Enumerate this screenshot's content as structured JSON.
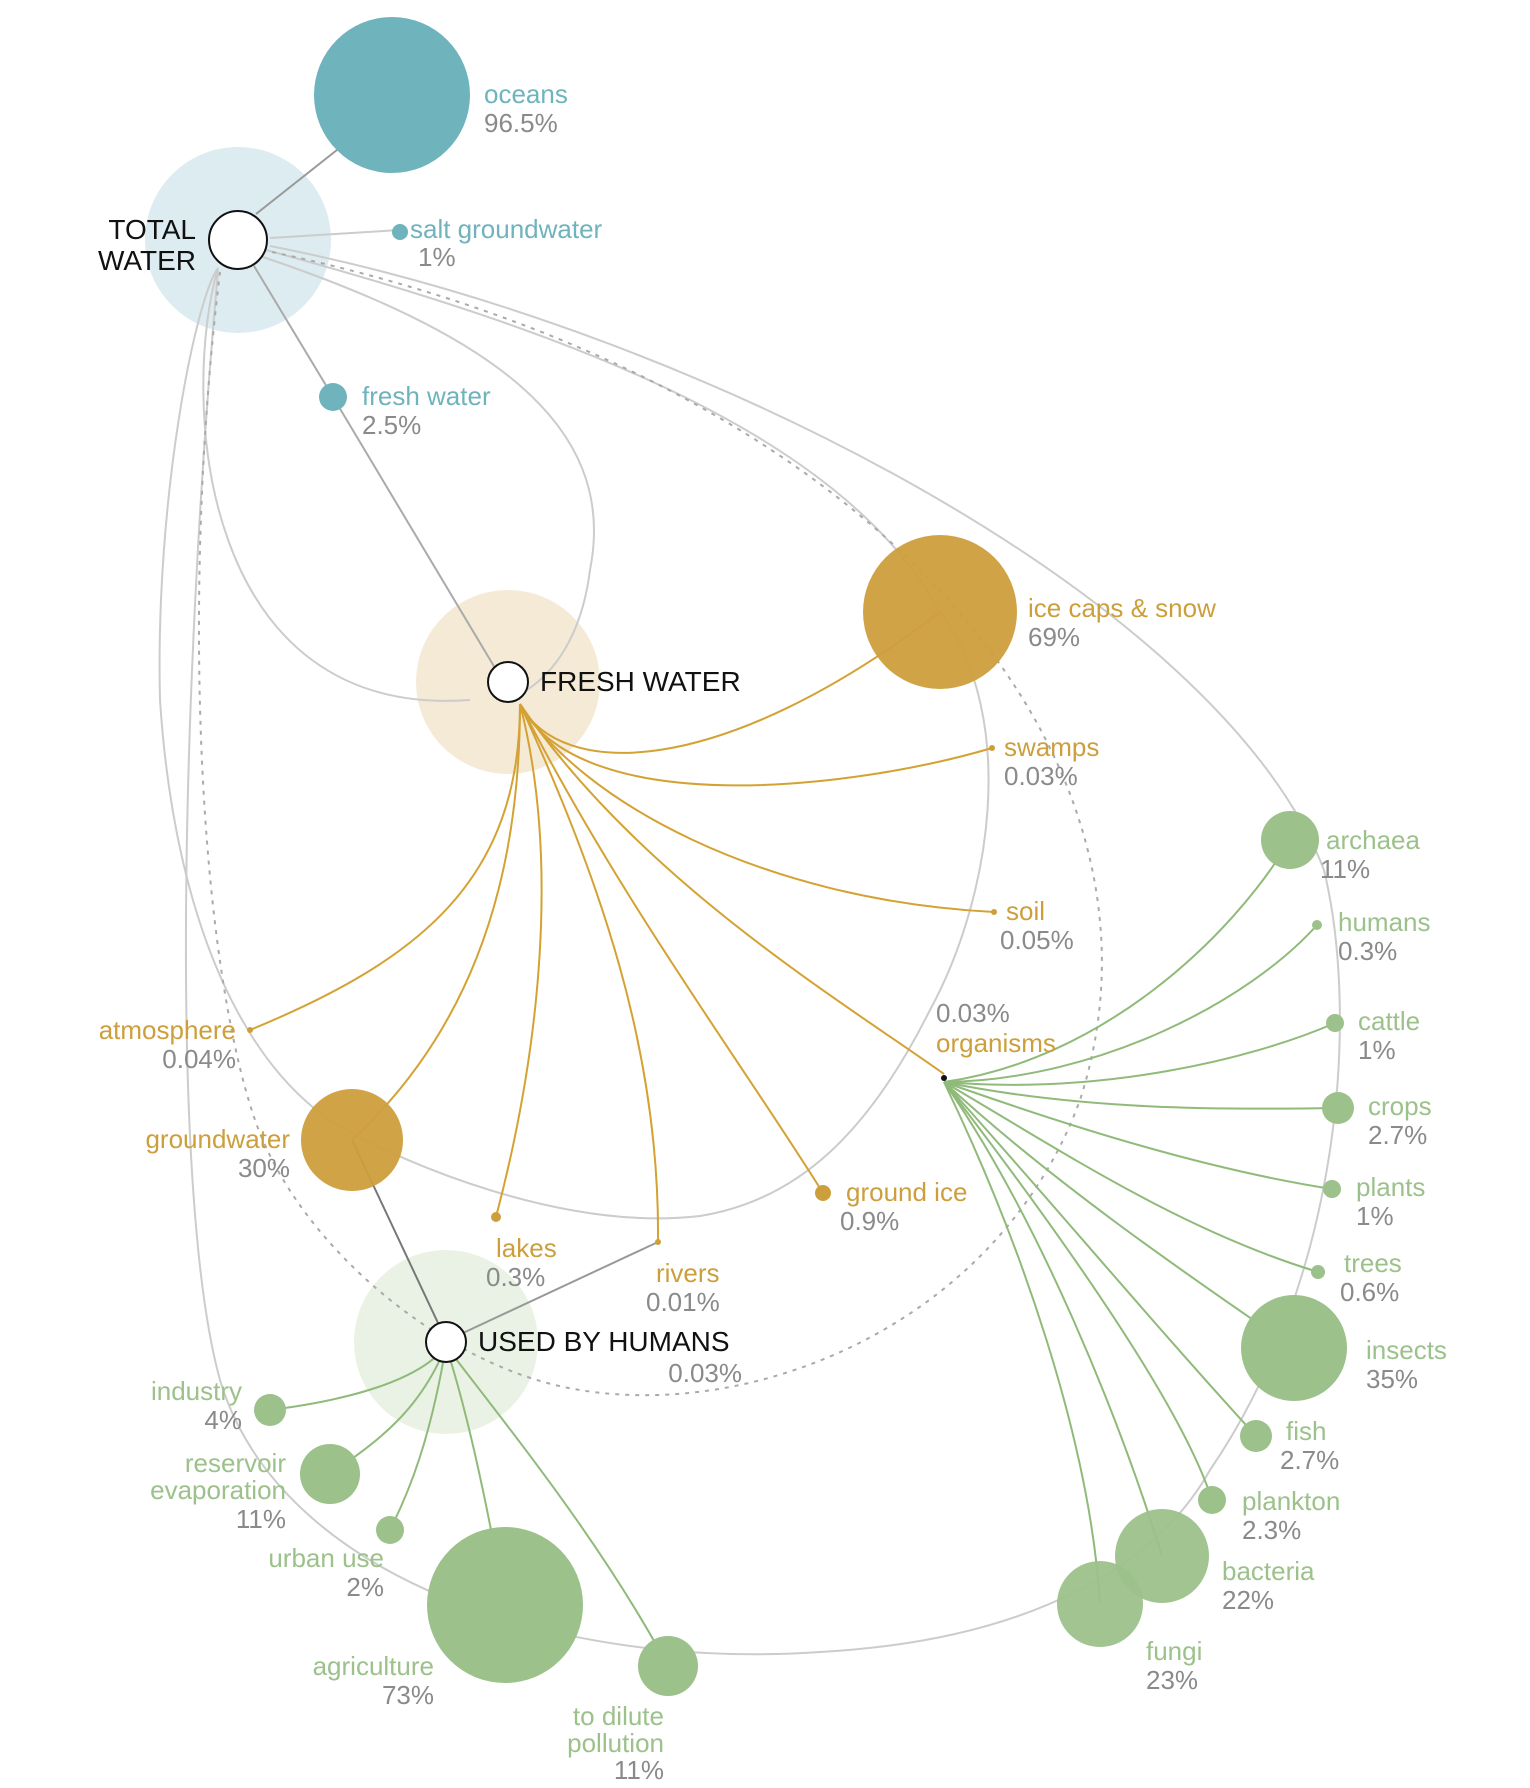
{
  "colors": {
    "blue": "#6fb3bc",
    "blue_light": "#dcecf0",
    "gold": "#cd9f3c",
    "gold_line": "#d4a233",
    "gold_light": "#f5ead6",
    "green": "#9cc18b",
    "green_line": "#8fba7a",
    "green_light": "#e9f2e4",
    "gray_line": "#cccccc",
    "pct_text": "#8a8a8a"
  },
  "hubs": {
    "total": {
      "line1": "TOTAL",
      "line2": "WATER"
    },
    "fresh": {
      "label": "FRESH WATER"
    },
    "humans": {
      "label": "USED BY HUMANS",
      "value": "0.03%"
    },
    "organisms": {
      "label": "organisms",
      "value": "0.03%"
    }
  },
  "total_water": [
    {
      "key": "oceans",
      "label": "oceans",
      "value": "96.5%"
    },
    {
      "key": "salt",
      "label": "salt groundwater",
      "value": "1%"
    },
    {
      "key": "freshnode",
      "label": "fresh water",
      "value": "2.5%"
    }
  ],
  "fresh_water": [
    {
      "key": "ice",
      "label": "ice caps & snow",
      "value": "69%"
    },
    {
      "key": "swamps",
      "label": "swamps",
      "value": "0.03%"
    },
    {
      "key": "soil",
      "label": "soil",
      "value": "0.05%"
    },
    {
      "key": "atmosphere",
      "label": "atmosphere",
      "value": "0.04%"
    },
    {
      "key": "groundwater",
      "label": "groundwater",
      "value": "30%"
    },
    {
      "key": "lakes",
      "label": "lakes",
      "value": "0.3%"
    },
    {
      "key": "rivers",
      "label": "rivers",
      "value": "0.01%"
    },
    {
      "key": "groundice",
      "label": "ground ice",
      "value": "0.9%"
    }
  ],
  "human_uses": [
    {
      "key": "industry",
      "label": "industry",
      "value": "4%"
    },
    {
      "key": "reservoir",
      "label": "reservoir",
      "label2": "evaporation",
      "value": "11%"
    },
    {
      "key": "urban",
      "label": "urban use",
      "value": "2%"
    },
    {
      "key": "agriculture",
      "label": "agriculture",
      "value": "73%"
    },
    {
      "key": "dilute",
      "label": "to dilute",
      "label2": "pollution",
      "value": "11%"
    }
  ],
  "organisms": [
    {
      "key": "archaea",
      "label": "archaea",
      "value": "11%"
    },
    {
      "key": "humans_org",
      "label": "humans",
      "value": "0.3%"
    },
    {
      "key": "cattle",
      "label": "cattle",
      "value": "1%"
    },
    {
      "key": "crops",
      "label": "crops",
      "value": "2.7%"
    },
    {
      "key": "plants",
      "label": "plants",
      "value": "1%"
    },
    {
      "key": "trees",
      "label": "trees",
      "value": "0.6%"
    },
    {
      "key": "insects",
      "label": "insects",
      "value": "35%"
    },
    {
      "key": "fish",
      "label": "fish",
      "value": "2.7%"
    },
    {
      "key": "plankton",
      "label": "plankton",
      "value": "2.3%"
    },
    {
      "key": "bacteria",
      "label": "bacteria",
      "value": "22%"
    },
    {
      "key": "fungi",
      "label": "fungi",
      "value": "23%"
    }
  ]
}
